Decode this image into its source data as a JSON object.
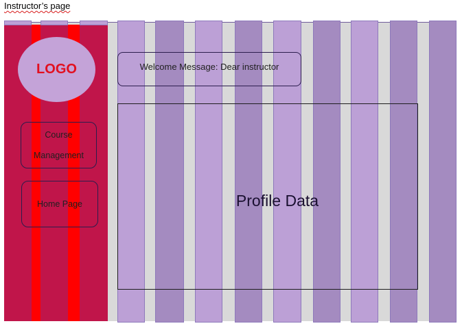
{
  "caption": "Instructor’s page",
  "logo": {
    "label": "LOGO"
  },
  "nav": {
    "course_management": "Course Management",
    "home_page": "Home Page"
  },
  "welcome": {
    "text": "Welcome Message: Dear instructor"
  },
  "profile": {
    "label": "Profile Data"
  },
  "colors": {
    "sidebar": "#c0154a",
    "red_stripe": "#ff0000",
    "lavender_stripe": "#bca0d6",
    "dark_lavender_stripe": "#a48bc0",
    "frame_gray": "#d9d9d9",
    "logo_text": "#e2101f"
  }
}
